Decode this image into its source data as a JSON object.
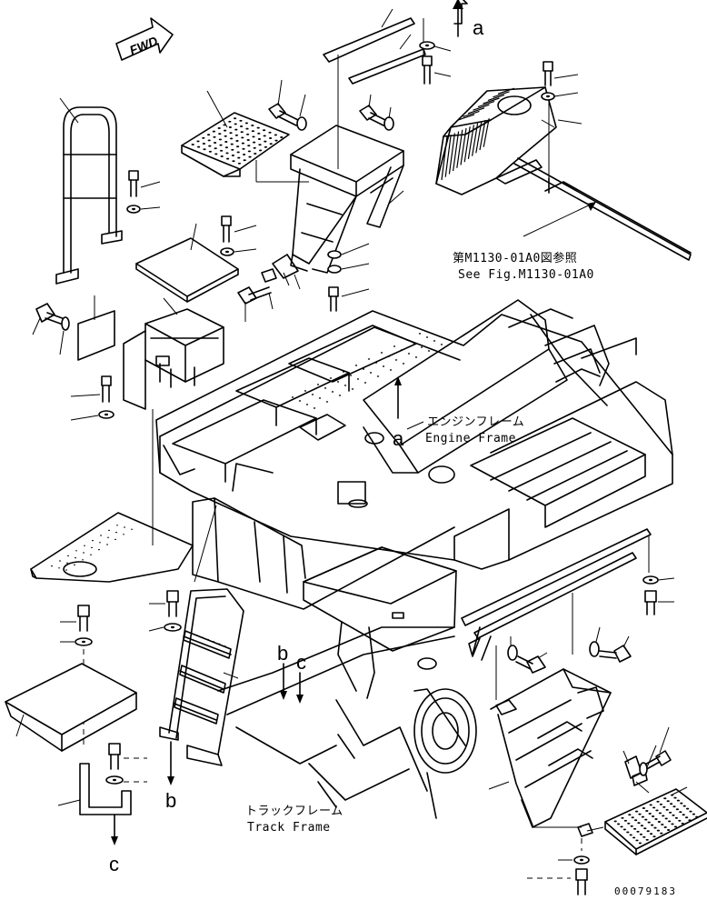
{
  "fwd_marker": "FWD",
  "references": {
    "figure_ref_jp": "第M1130-01A0図参照",
    "figure_ref_en": "See Fig.M1130-01A0"
  },
  "callouts": {
    "engine_frame_jp": "エンジンフレーム",
    "engine_frame_en": "Engine Frame",
    "track_frame_jp": "トラックフレーム",
    "track_frame_en": "Track Frame"
  },
  "connection_letters": {
    "a_top": "a",
    "a_mid": "a",
    "b_mid": "b",
    "c_mid": "c",
    "b_bottom": "b",
    "c_bottom": "c"
  },
  "drawing_code": "00079183"
}
